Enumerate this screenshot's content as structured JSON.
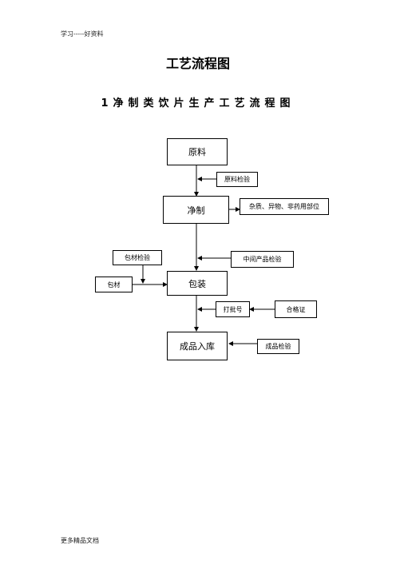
{
  "header": {
    "text": "学习-----好资料"
  },
  "footer": {
    "text": "更多精品文档"
  },
  "title": "工艺流程图",
  "subtitle": "1净制类饮片生产工艺流程图",
  "flowchart": {
    "main_steps": [
      "原料",
      "净制",
      "包装",
      "成品入库"
    ],
    "side_inputs": {
      "raw_check": "原料检验",
      "impurities": "杂质、异物、非药用部位",
      "intermediate_check": "中间产品检验",
      "packaging_check": "包材检验",
      "packaging_material": "包材",
      "batch_number": "打批号",
      "certificate": "合格证",
      "finished_check": "成品检验"
    }
  }
}
